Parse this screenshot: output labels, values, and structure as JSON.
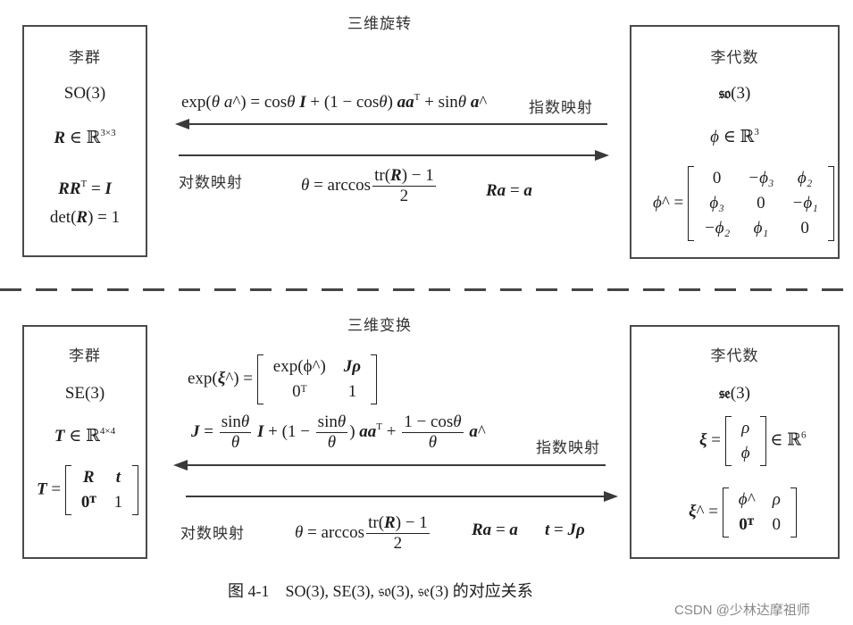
{
  "rotation": {
    "section_title": "三维旋转",
    "lie_group": {
      "title": "李群",
      "name": "SO(3)",
      "membership": "R ∈ ℝ",
      "membership_sup": "3×3",
      "constraint_1": "RRᵀ = I",
      "constraint_2": "det(R) = 1"
    },
    "lie_algebra": {
      "title": "李代数",
      "name": "𝔰𝔬(3)",
      "membership": "ϕ ∈ ℝ",
      "membership_sup": "3",
      "hat_lhs": "ϕ^ =",
      "hat_matrix": [
        [
          "0",
          "−ϕ₃",
          "ϕ₂"
        ],
        [
          "ϕ₃",
          "0",
          "−ϕ₁"
        ],
        [
          "−ϕ₂",
          "ϕ₁",
          "0"
        ]
      ]
    },
    "exp_map": {
      "label": "指数映射",
      "formula": "exp(θa^) = cosθ I + (1 − cosθ) aaᵀ + sinθ a^"
    },
    "log_map": {
      "label": "对数映射",
      "theta_lhs": "θ = arccos",
      "theta_num": "tr(R) − 1",
      "theta_den": "2",
      "axis_eq": "Ra = a"
    }
  },
  "transform": {
    "section_title": "三维变换",
    "lie_group": {
      "title": "李群",
      "name": "SE(3)",
      "membership": "T ∈ ℝ",
      "membership_sup": "4×4",
      "matrix_lhs": "T =",
      "matrix": [
        [
          "R",
          "t"
        ],
        [
          "0ᵀ",
          "1"
        ]
      ]
    },
    "lie_algebra": {
      "title": "李代数",
      "name": "𝔰𝔢(3)",
      "xi_lhs": "ξ =",
      "xi_vector": [
        "ρ",
        "ϕ"
      ],
      "xi_membership": "∈ ℝ",
      "xi_membership_sup": "6",
      "hat_lhs": "ξ^ =",
      "hat_matrix": [
        [
          "ϕ^",
          "ρ"
        ],
        [
          "0ᵀ",
          "0"
        ]
      ]
    },
    "exp_map": {
      "label": "指数映射",
      "formula_1_lhs": "exp(ξ^) =",
      "formula_1_matrix": [
        [
          "exp(ϕ^)",
          "Jρ"
        ],
        [
          "0ᵀ",
          "1"
        ]
      ],
      "formula_2": "J = (sinθ/θ) I + (1 − sinθ/θ) aaᵀ + ((1 − cosθ)/θ) a^"
    },
    "log_map": {
      "label": "对数映射",
      "theta_lhs": "θ = arccos",
      "theta_num": "tr(R) − 1",
      "theta_den": "2",
      "axis_eq": "Ra = a",
      "trans_eq": "t = Jρ"
    }
  },
  "caption": "图 4-1　SO(3), SE(3), 𝔰𝔬(3), 𝔰𝔢(3) 的对应关系",
  "watermark": "CSDN @少林达摩祖师"
}
